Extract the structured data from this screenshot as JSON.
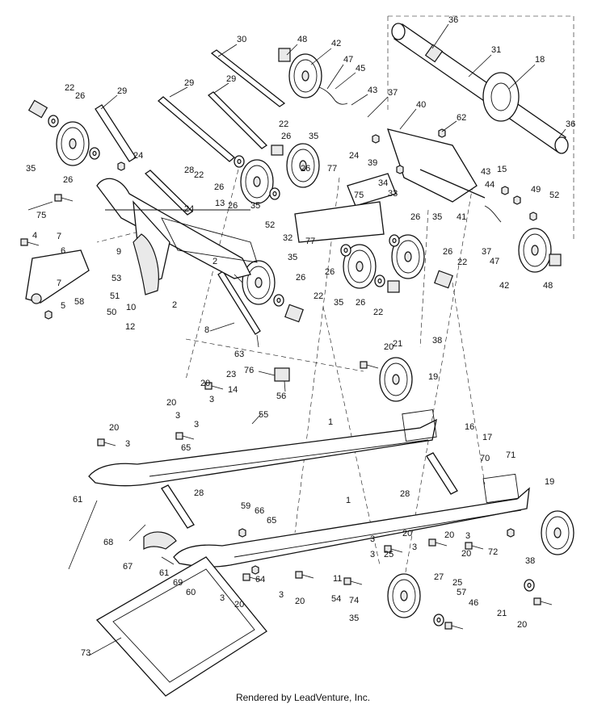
{
  "diagram": {
    "callouts": [
      "1",
      "2",
      "3",
      "4",
      "5",
      "6",
      "7",
      "8",
      "9",
      "10",
      "11",
      "12",
      "13",
      "14",
      "15",
      "16",
      "17",
      "18",
      "19",
      "20",
      "21",
      "22",
      "23",
      "24",
      "25",
      "26",
      "27",
      "28",
      "29",
      "30",
      "31",
      "32",
      "33",
      "34",
      "35",
      "36",
      "37",
      "38",
      "39",
      "40",
      "41",
      "42",
      "43",
      "44",
      "45",
      "46",
      "47",
      "48",
      "49",
      "50",
      "51",
      "52",
      "53",
      "54",
      "55",
      "56",
      "57",
      "58",
      "59",
      "60",
      "61",
      "62",
      "63",
      "64",
      "65",
      "66",
      "67",
      "68",
      "69",
      "70",
      "71",
      "72",
      "73",
      "74",
      "75",
      "76",
      "77"
    ]
  },
  "footer": {
    "credit": "Rendered by LeadVenture, Inc."
  }
}
